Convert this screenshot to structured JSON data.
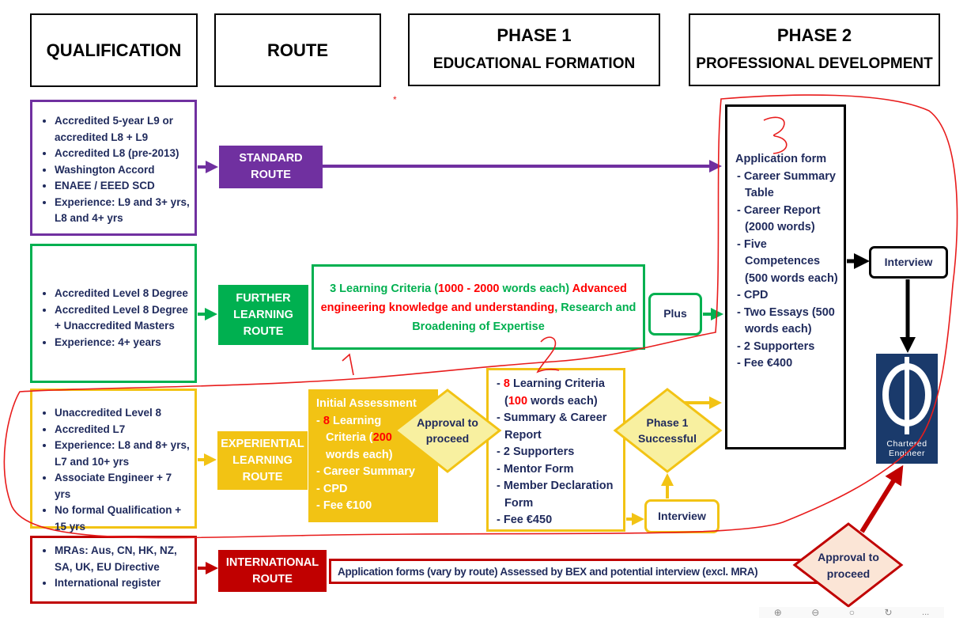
{
  "headers": {
    "qualification": "QUALIFICATION",
    "route": "ROUTE",
    "phase1_title": "PHASE 1",
    "phase1_sub": "EDUCATIONAL FORMATION",
    "phase2_title": "PHASE 2",
    "phase2_sub": "PROFESSIONAL DEVELOPMENT"
  },
  "qualifications": {
    "standard": [
      "Accredited 5-year L9 or accredited L8 + L9",
      "Accredited L8 (pre-2013)",
      "Washington Accord",
      "ENAEE / EEED SCD",
      "Experience: L9 and 3+ yrs, L8 and 4+ yrs"
    ],
    "further": [
      "Accredited Level 8 Degree",
      "Accredited Level 8 Degree + Unaccredited Masters",
      "Experience: 4+ years"
    ],
    "experiential": [
      "Unaccredited Level 8",
      "Accredited L7",
      "Experience: L8 and 8+ yrs, L7 and 10+ yrs",
      "Associate Engineer + 7 yrs",
      "No formal Qualification + 15 yrs"
    ],
    "international": [
      "MRAs: Aus, CN, HK, NZ, SA, UK, EU Directive",
      "International register"
    ]
  },
  "routes": {
    "standard": "STANDARD\nROUTE",
    "further": "FURTHER\nLEARNING\nROUTE",
    "experiential": "EXPERIENTIAL\nLEARNING\nROUTE",
    "international": "INTERNATIONAL\nROUTE"
  },
  "further_criteria": {
    "a": "3 Learning Criteria (",
    "b": "1000 - 2000",
    "c": " words each) ",
    "d": "Advanced engineering knowledge and understanding",
    ",": ",",
    "e": " Research and Broadening of Expertise"
  },
  "plus": "Plus",
  "initial_assessment": {
    "title": "Initial Assessment",
    "i1a": "- ",
    "i1b": "8",
    "i1c": " Learning Criteria (",
    "i1d": "200",
    "i1e": " words each)",
    "i2": "- Career Summary",
    "i3": "- CPD",
    "i4": "- Fee €100"
  },
  "approval1": "Approval to proceed",
  "phase1_reqs": {
    "a": "- ",
    "b": "8",
    "c": " Learning Criteria (",
    "d": "100",
    "e": " words each)",
    "items": [
      "- Summary & Career Report",
      "- 2 Supporters",
      "- Mentor Form",
      "- Member Declaration Form",
      "- Fee €450"
    ]
  },
  "phase1_successful": "Phase 1 Successful",
  "interview_p1": "Interview",
  "application": {
    "title": "Application form",
    "items": [
      "- Career Summary Table",
      "- Career Report (2000 words)",
      "- Five Competences (500 words each)",
      "- CPD",
      "- Two Essays (500 words each)",
      "- 2 Supporters",
      "- Fee €400"
    ]
  },
  "interview_p2": "Interview",
  "logo": {
    "line1": "Chartered",
    "line2": "Engineer"
  },
  "international_bar": "Application forms (vary by route) Assessed by BEX and potential interview (excl. MRA)",
  "approval2": "Approval to proceed",
  "annotations": {
    "n1": "1",
    "n2": "2",
    "n3": "3",
    "asterisk": "*"
  },
  "toolbar": {
    "zoom_in": "zoom-in",
    "zoom_out": "zoom-out",
    "search": "search",
    "rotate": "rotate",
    "more": "..."
  },
  "colors": {
    "purple": "#7030a0",
    "green": "#00b050",
    "yellow": "#f2c314",
    "red": "#c00000",
    "navy": "#1f2a5c",
    "annotation": "#e81c1c"
  }
}
